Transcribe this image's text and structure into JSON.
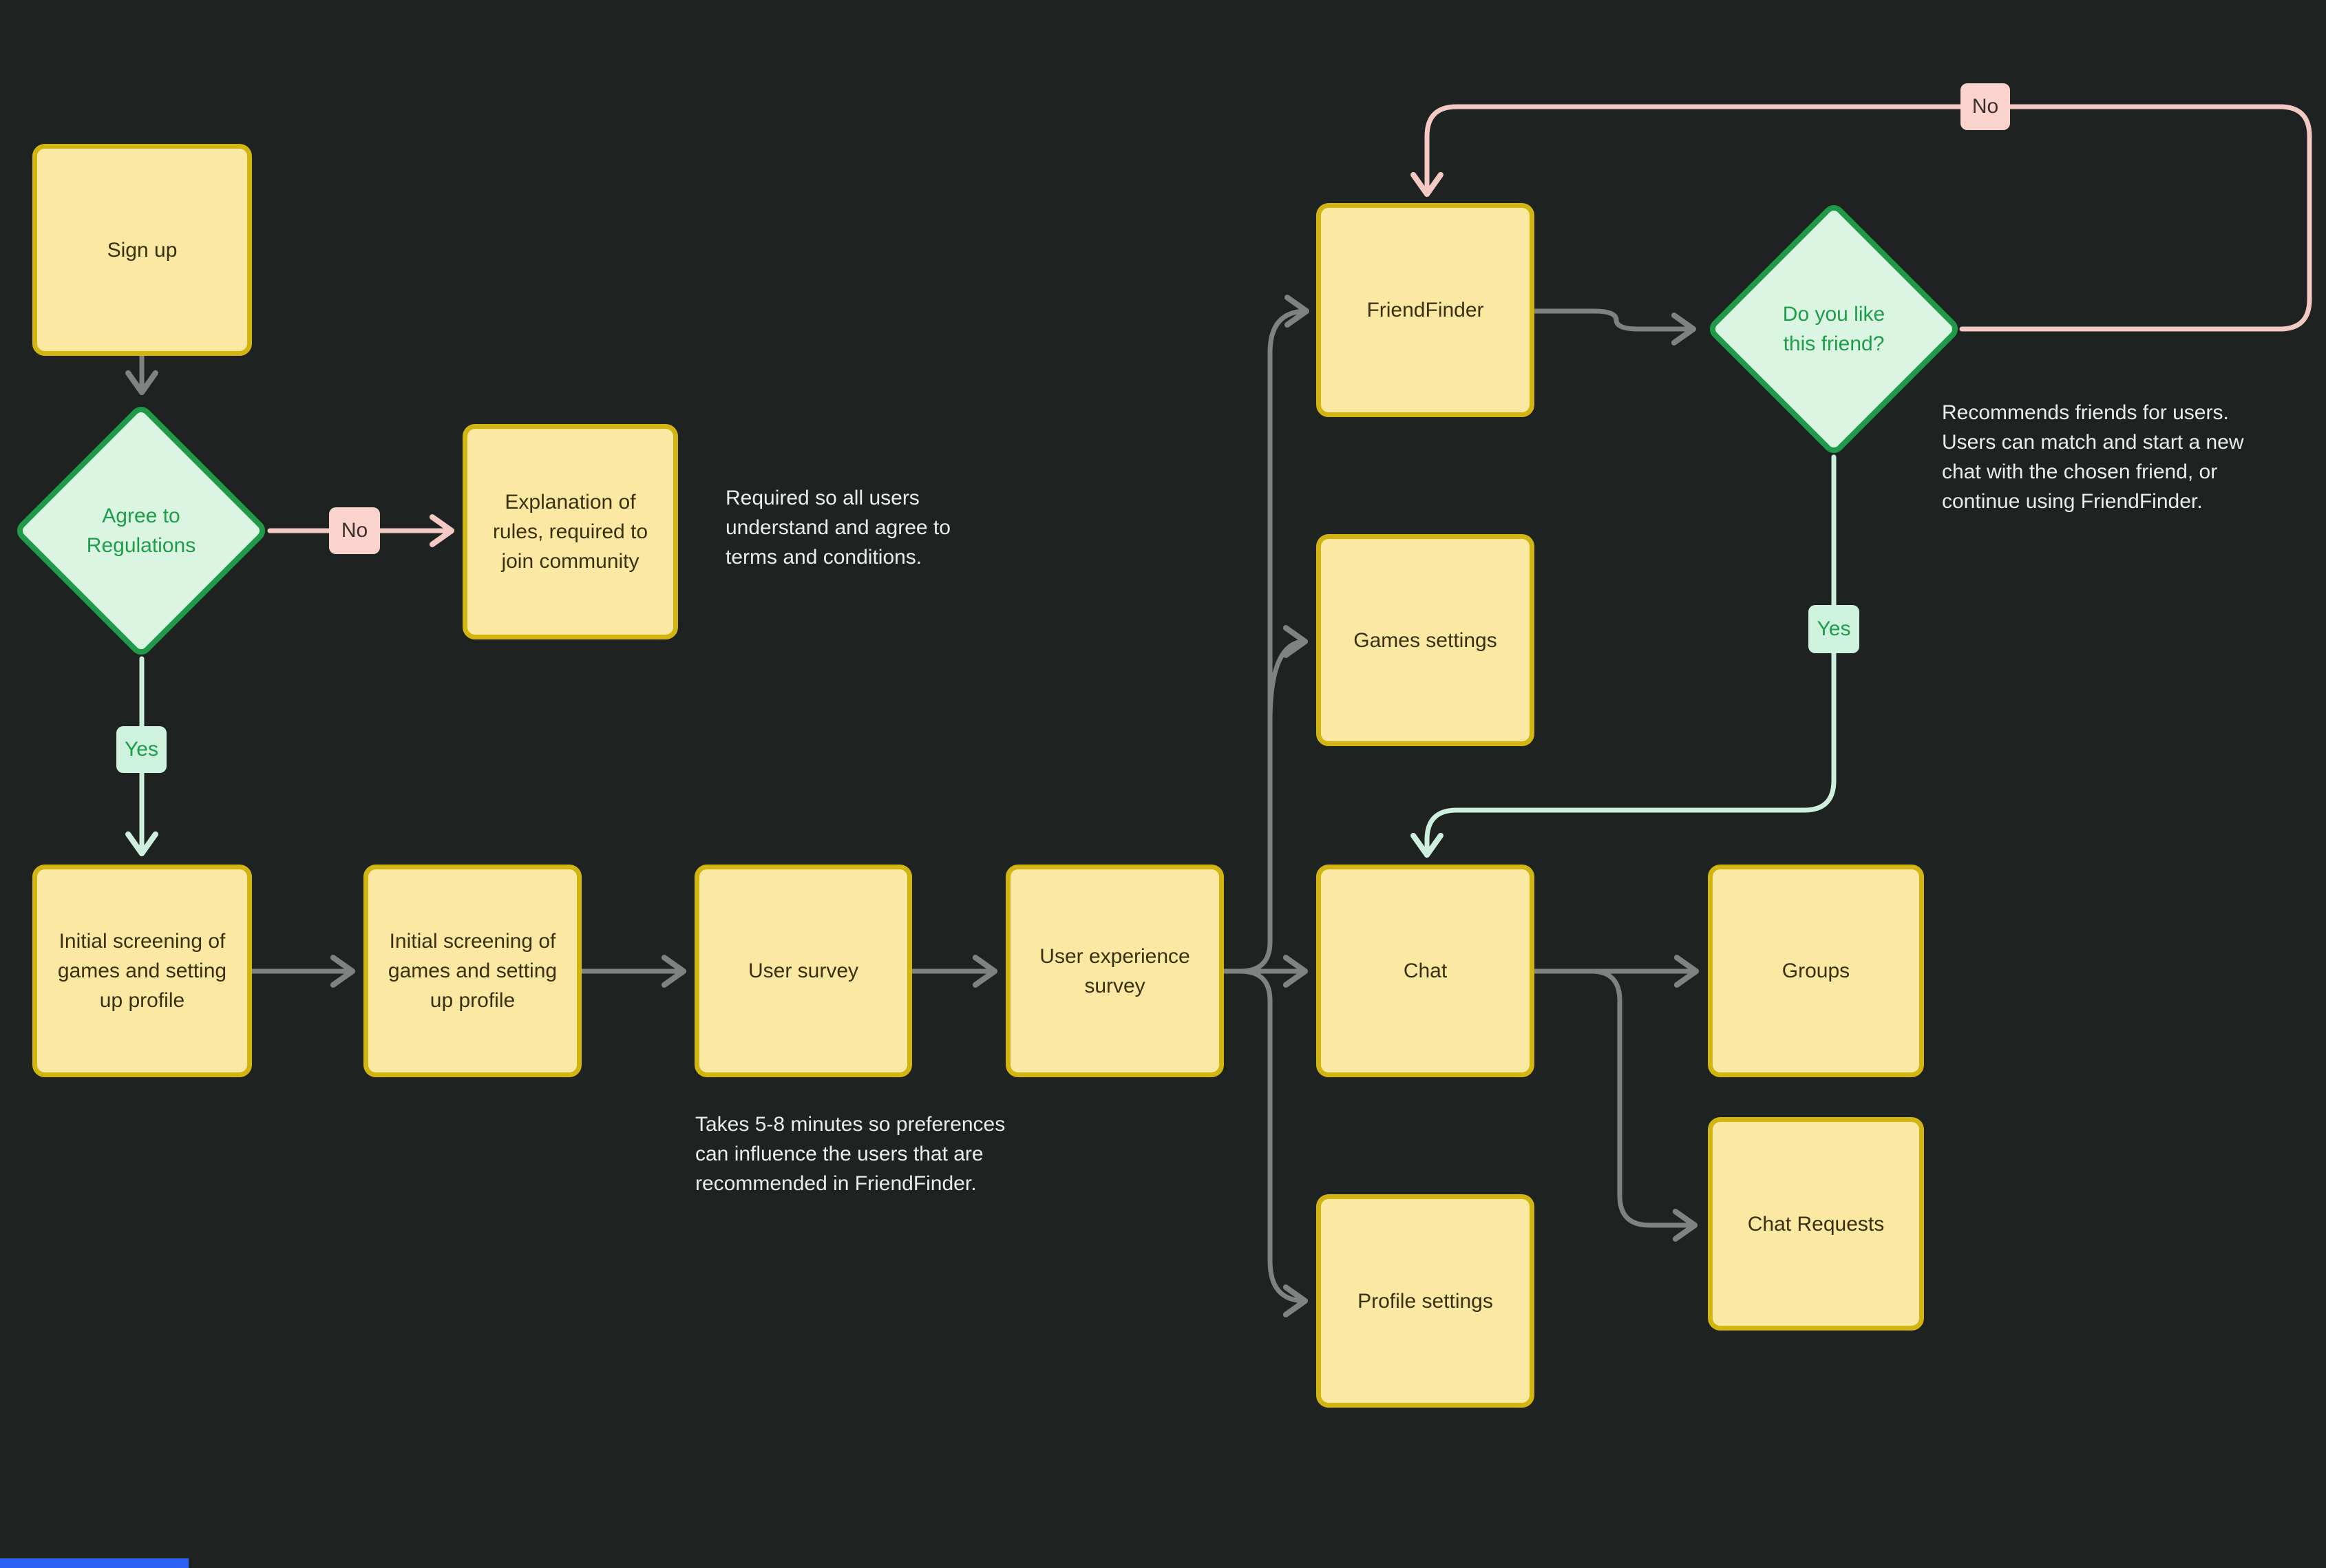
{
  "palette": {
    "background": "#1E2321",
    "box_fill": "#FAE8A3",
    "box_border": "#D2B511",
    "box_text": "#39310E",
    "diamond_fill": "#DAF5E1",
    "diamond_border": "#1E9A48",
    "diamond_text": "#1F9C49",
    "gray_line": "#7E837F",
    "pink_line": "#F4C9C3",
    "green_line": "#CEEFDD",
    "chip_yes_fill": "#CEF2DE",
    "chip_no_fill": "#FAD3CD",
    "note_text": "#EAEDEA",
    "bottom_bar_blue": "#2A63F5"
  },
  "nodes": {
    "sign_up": {
      "lines": [
        "Sign up"
      ]
    },
    "agree": {
      "lines": [
        "Agree to",
        "Regulations"
      ]
    },
    "explanation": {
      "lines": [
        "Explanation of",
        "rules, required to",
        "join community"
      ]
    },
    "initial_a": {
      "lines": [
        "Initial screening of",
        "games and setting",
        "up profile"
      ]
    },
    "initial_b": {
      "lines": [
        "Initial screening of",
        "games and setting",
        "up profile"
      ]
    },
    "user_survey": {
      "lines": [
        "User survey"
      ]
    },
    "ux_survey": {
      "lines": [
        "User experience",
        "survey"
      ]
    },
    "friendfinder": {
      "lines": [
        "FriendFinder"
      ]
    },
    "games_settings": {
      "lines": [
        "Games settings"
      ]
    },
    "chat": {
      "lines": [
        "Chat"
      ]
    },
    "profile_settings": {
      "lines": [
        "Profile settings"
      ]
    },
    "groups": {
      "lines": [
        "Groups"
      ]
    },
    "chat_requests": {
      "lines": [
        "Chat Requests"
      ]
    },
    "like_friend": {
      "lines": [
        "Do you like",
        "this friend?"
      ]
    }
  },
  "edge_labels": {
    "no_left": "No",
    "yes_left": "Yes",
    "no_top": "No",
    "yes_right": "Yes"
  },
  "notes": {
    "regulations": {
      "lines": [
        "Required so all users",
        "understand and agree to",
        "terms and conditions."
      ]
    },
    "survey": {
      "lines": [
        "Takes 5-8 minutes so preferences",
        "can influence the users that are",
        "recommended in FriendFinder."
      ]
    },
    "friendfinder": {
      "lines": [
        "Recommends friends for users.",
        "Users can match and start a new",
        "chat with the chosen friend, or",
        "continue using FriendFinder."
      ]
    }
  }
}
